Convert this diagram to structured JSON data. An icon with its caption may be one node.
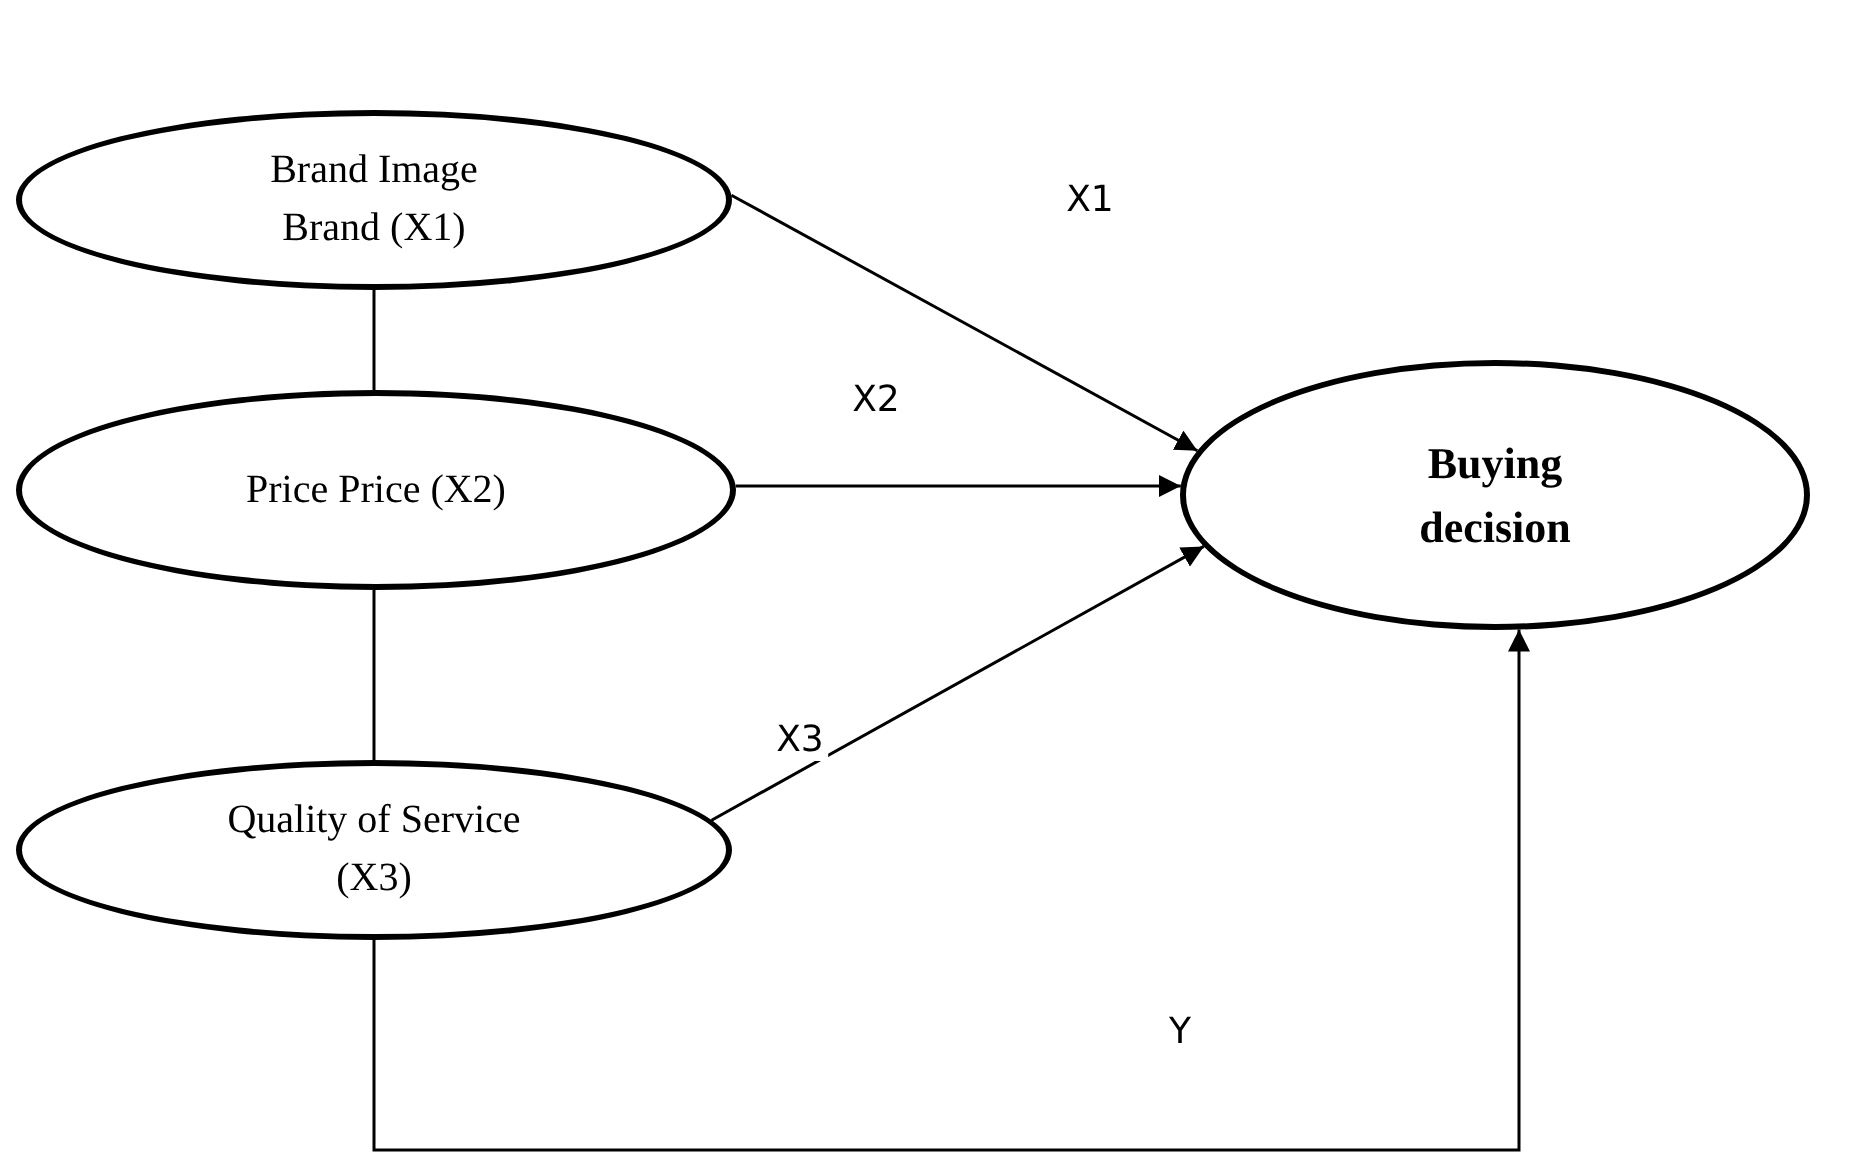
{
  "diagram": {
    "nodes": [
      {
        "text": [
          "Brand Image Brand (X1)"
        ]
      },
      {
        "text": [
          "Price Price (X2)"
        ]
      },
      {
        "text": [
          "Quality of Service (X3)"
        ]
      },
      {
        "text": [
          "Buying decision"
        ]
      }
    ],
    "edges": [
      {
        "from": 0,
        "to": 1,
        "arrow": "none"
      },
      {
        "from": 1,
        "to": 2,
        "arrow": "none"
      },
      {
        "from": 0,
        "to": 3,
        "arrow": "to",
        "label": "X1"
      },
      {
        "from": 1,
        "to": 3,
        "arrow": "to",
        "label": "X2"
      },
      {
        "from": 2,
        "to": 3,
        "arrow": "to",
        "label": "X3"
      },
      {
        "from": 2,
        "to": 3,
        "arrow": "to",
        "label": "Y"
      }
    ]
  }
}
